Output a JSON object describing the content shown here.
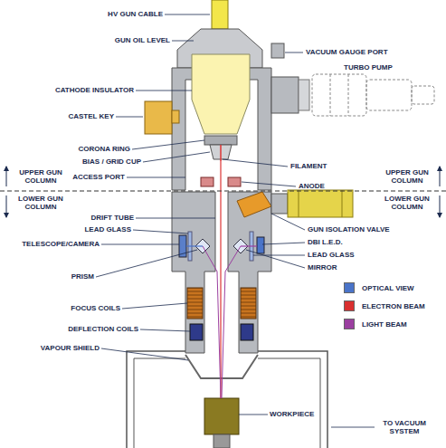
{
  "diagram": {
    "labels": [
      "HV GUN CABLE",
      "GUN OIL LEVEL",
      "VACUUM GAUGE PORT",
      "TURBO PUMP",
      "CATHODE INSULATOR",
      "CASTEL KEY",
      "CORONA RING",
      "BIAS / GRID CUP",
      "FILAMENT",
      "UPPER GUN COLUMN",
      "UPPER GUN COLUMN",
      "ACCESS PORT",
      "ANODE",
      "LOWER GUN COLUMN",
      "LOWER GUN COLUMN",
      "DRIFT TUBE",
      "GUN ISOLATION VALVE",
      "LEAD GLASS",
      "DBI L.E.D.",
      "TELESCOPE/CAMERA",
      "LEAD GLASS",
      "MIRROR",
      "PRISM",
      "FOCUS COILS",
      "DEFLECTION COILS",
      "VAPOUR SHIELD",
      "WORKPIECE",
      "TO VACUUM SYSTEM"
    ],
    "legend": [
      {
        "text": "OPTICAL VIEW",
        "color": "#4a74c9"
      },
      {
        "text": "ELECTRON BEAM",
        "color": "#d93030"
      },
      {
        "text": "LIGHT BEAM",
        "color": "#9b3fa0"
      }
    ]
  }
}
